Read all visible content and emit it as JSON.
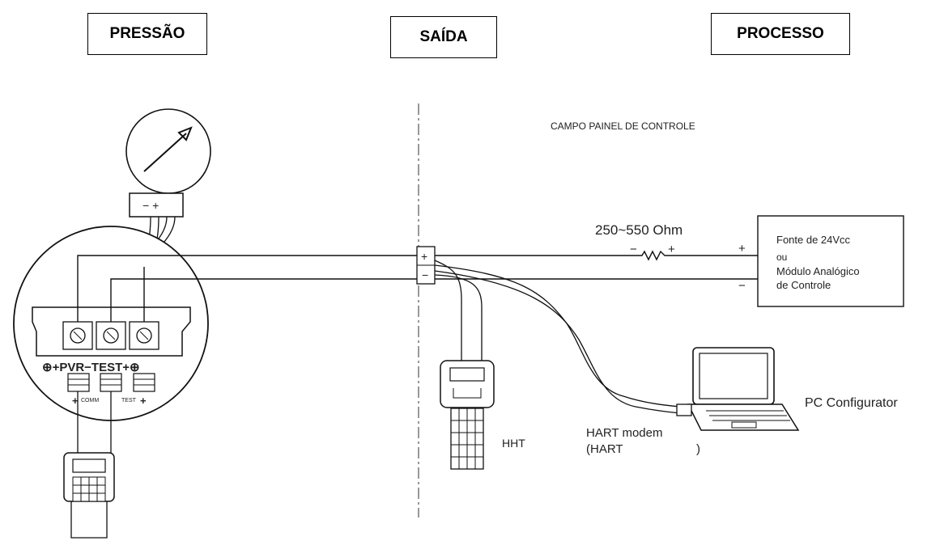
{
  "headers": {
    "pressao": "PRESSÃO",
    "saida": "SAÍDA",
    "processo": "PROCESSO"
  },
  "diagram": {
    "panel_title": "CAMPO PAINEL DE CONTROLE",
    "resistor_label": "250~550  Ohm",
    "resistor_minus": "−",
    "resistor_plus": "+",
    "line_plus": "+",
    "line_minus": "−",
    "junction_plus": "+",
    "junction_minus": "−",
    "power_supply": {
      "line1": "Fonte de 24Vcc",
      "line2": "ou",
      "line3": "Módulo Analógico",
      "line4": "de Controle"
    },
    "meter_terminals": "− +",
    "terminal_strip_label": "⊕+PVR−TEST+⊕",
    "comm_label": "COMM",
    "test_label": "TEST",
    "hht_label": "HHT",
    "hart_modem_line1": "HART  modem",
    "hart_modem_line2": "(HART",
    "hart_modem_paren": ")",
    "pc_label": "PC  Configurator"
  }
}
